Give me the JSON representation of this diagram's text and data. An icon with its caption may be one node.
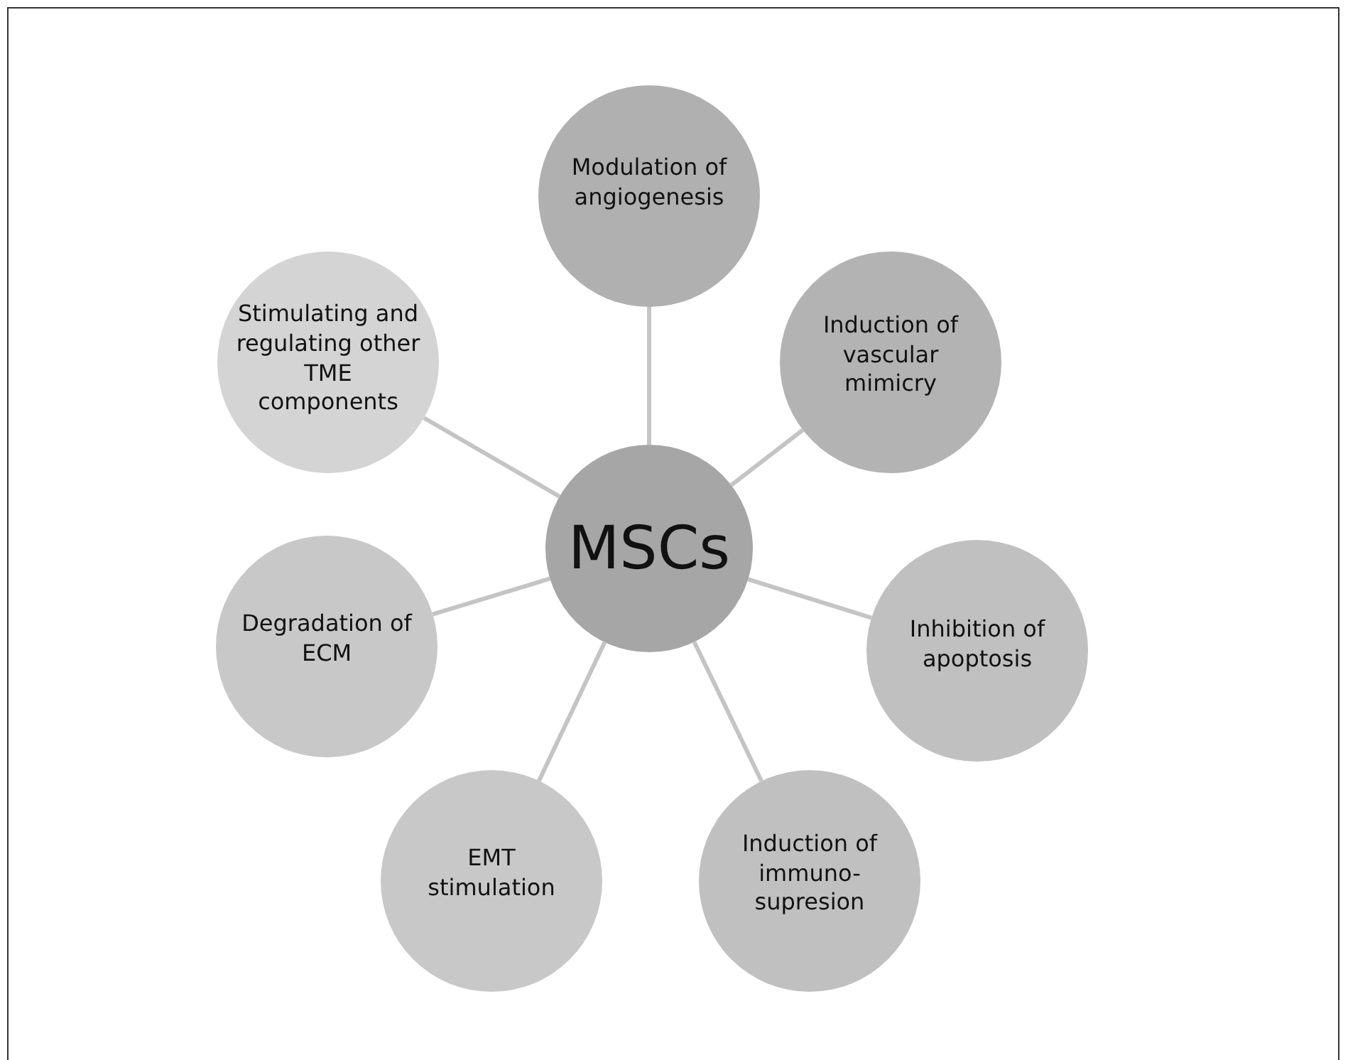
{
  "diagram": {
    "nodes": [
      {
        "text": [
          "MSCs"
        ]
      },
      {
        "text": [
          "Modulation of angiogenesis"
        ]
      },
      {
        "text": [
          "Induction of vascular mimicry"
        ]
      },
      {
        "text": [
          "Inhibition of apoptosis"
        ]
      },
      {
        "text": [
          "Induction of immuno- supresion"
        ]
      },
      {
        "text": [
          "EMT stimulation"
        ]
      },
      {
        "text": [
          "Degradation of ECM"
        ]
      },
      {
        "text": [
          "Stimulating and regulating other TME components"
        ]
      }
    ],
    "edges": [
      {
        "from": 0,
        "to": 1,
        "arrow": "none"
      },
      {
        "from": 0,
        "to": 2,
        "arrow": "none"
      },
      {
        "from": 0,
        "to": 3,
        "arrow": "none"
      },
      {
        "from": 0,
        "to": 4,
        "arrow": "none"
      },
      {
        "from": 0,
        "to": 5,
        "arrow": "none"
      },
      {
        "from": 0,
        "to": 6,
        "arrow": "none"
      },
      {
        "from": 0,
        "to": 7,
        "arrow": "none"
      }
    ]
  }
}
